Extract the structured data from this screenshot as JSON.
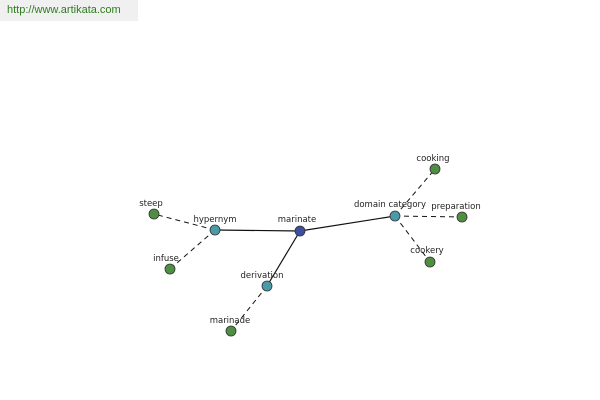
{
  "watermark": {
    "url": "http://www.artikata.com",
    "color": "#2e7d1e"
  },
  "graph": {
    "colors": {
      "center": "#3f4fa0",
      "relation": "#4a9aa8",
      "leaf": "#4f8f43",
      "node_stroke": "#333333",
      "edge": "#111111"
    },
    "nodes": [
      {
        "id": "marinate",
        "label": "marinate",
        "kind": "center"
      },
      {
        "id": "hypernym",
        "label": "hypernym",
        "kind": "relation"
      },
      {
        "id": "domain-category",
        "label": "domain category",
        "kind": "relation"
      },
      {
        "id": "derivation",
        "label": "derivation",
        "kind": "relation"
      },
      {
        "id": "steep",
        "label": "steep",
        "kind": "leaf"
      },
      {
        "id": "infuse",
        "label": "infuse",
        "kind": "leaf"
      },
      {
        "id": "cooking",
        "label": "cooking",
        "kind": "leaf"
      },
      {
        "id": "preparation",
        "label": "preparation",
        "kind": "leaf"
      },
      {
        "id": "cookery",
        "label": "cookery",
        "kind": "leaf"
      },
      {
        "id": "marinade",
        "label": "marinade",
        "kind": "leaf"
      }
    ],
    "edges": [
      {
        "from": "marinate",
        "to": "hypernym",
        "style": "solid"
      },
      {
        "from": "marinate",
        "to": "domain-category",
        "style": "solid"
      },
      {
        "from": "marinate",
        "to": "derivation",
        "style": "solid"
      },
      {
        "from": "hypernym",
        "to": "steep",
        "style": "dashed"
      },
      {
        "from": "hypernym",
        "to": "infuse",
        "style": "dashed"
      },
      {
        "from": "domain-category",
        "to": "cooking",
        "style": "dashed"
      },
      {
        "from": "domain-category",
        "to": "preparation",
        "style": "dashed"
      },
      {
        "from": "domain-category",
        "to": "cookery",
        "style": "dashed"
      },
      {
        "from": "derivation",
        "to": "marinade",
        "style": "dashed"
      }
    ]
  }
}
